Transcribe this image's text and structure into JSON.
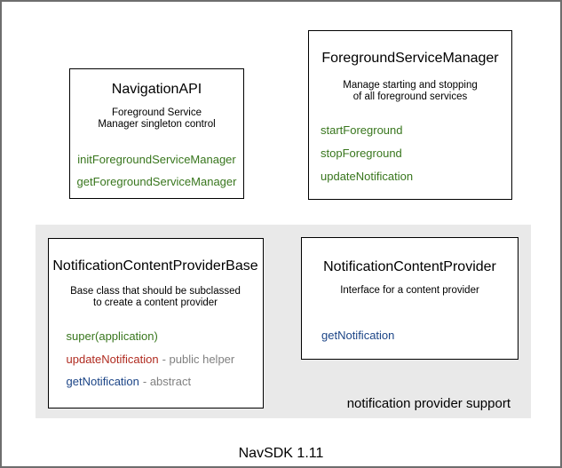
{
  "colors": {
    "method_green": "#38761d",
    "method_red": "#b02b20",
    "method_blue": "#1c4587",
    "suffix_gray": "#808080",
    "group_bg": "#e9e9e9"
  },
  "boxes": {
    "navigation_api": {
      "title": "NavigationAPI",
      "desc1": "Foreground Service",
      "desc2": "Manager singleton control",
      "methods": [
        "initForegroundServiceManager",
        "getForegroundServiceManager"
      ]
    },
    "foreground_service_manager": {
      "title": "ForegroundServiceManager",
      "desc1": "Manage starting and stopping",
      "desc2": "of all foreground services",
      "methods": [
        "startForeground",
        "stopForeground",
        "updateNotification"
      ]
    },
    "notification_content_provider_base": {
      "title": "NotificationContentProviderBase",
      "desc1": "Base class that should be subclassed",
      "desc2": "to create a content provider",
      "methods": [
        {
          "name": "super(application)",
          "suffix": ""
        },
        {
          "name": "updateNotification",
          "suffix": "- public helper"
        },
        {
          "name": "getNotification",
          "suffix": "- abstract"
        }
      ]
    },
    "notification_content_provider": {
      "title": "NotificationContentProvider",
      "desc1": "Interface for a content provider",
      "methods": [
        "getNotification"
      ]
    }
  },
  "labels": {
    "group_caption": "notification provider support",
    "footer": "NavSDK 1.11"
  }
}
